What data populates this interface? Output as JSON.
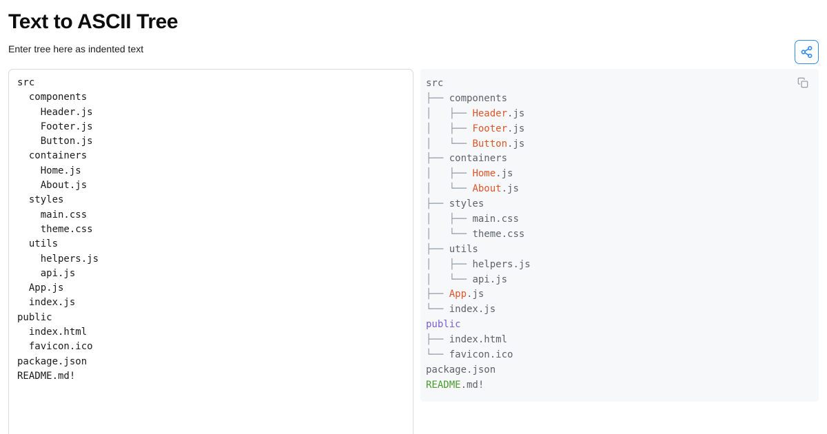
{
  "header": {
    "title": "Text to ASCII Tree",
    "subtitle": "Enter tree here as indented text"
  },
  "actions": {
    "share_icon": "share-icon",
    "share_color": "#2f8ceb",
    "copy_icon": "copy-icon",
    "copy_color": "#9aa1a9"
  },
  "input": {
    "value": "src\n  components\n    Header.js\n    Footer.js\n    Button.js\n  containers\n    Home.js\n    About.js\n  styles\n    main.css\n    theme.css\n  utils\n    helpers.js\n    api.js\n  App.js\n  index.js\npublic\n  index.html\n  favicon.ico\npackage.json\nREADME.md!",
    "placeholder": "Enter tree here as indented text"
  },
  "colors": {
    "background": "#ffffff",
    "panel_border": "#d7dbe0",
    "output_background": "#f7f8f9",
    "text_default": "#5c6369",
    "branch": "#8d949b",
    "accent_orange": "#e0542a",
    "accent_purple": "#7b5cd6",
    "accent_green": "#4a9a30",
    "accent_blue": "#2f8ceb"
  },
  "output": {
    "lines": [
      {
        "branch": "",
        "name": "src",
        "name_color": "plain",
        "ext": ""
      },
      {
        "branch": "├── ",
        "name": "components",
        "name_color": "dir",
        "ext": ""
      },
      {
        "branch": "│   ├── ",
        "name": "Header",
        "name_color": "js",
        "ext": ".js"
      },
      {
        "branch": "│   ├── ",
        "name": "Footer",
        "name_color": "js",
        "ext": ".js"
      },
      {
        "branch": "│   └── ",
        "name": "Button",
        "name_color": "js",
        "ext": ".js"
      },
      {
        "branch": "├── ",
        "name": "containers",
        "name_color": "dir",
        "ext": ""
      },
      {
        "branch": "│   ├── ",
        "name": "Home",
        "name_color": "js",
        "ext": ".js"
      },
      {
        "branch": "│   └── ",
        "name": "About",
        "name_color": "js",
        "ext": ".js"
      },
      {
        "branch": "├── ",
        "name": "styles",
        "name_color": "dir",
        "ext": ""
      },
      {
        "branch": "│   ├── ",
        "name": "main",
        "name_color": "plain",
        "ext": ".css"
      },
      {
        "branch": "│   └── ",
        "name": "theme",
        "name_color": "plain",
        "ext": ".css"
      },
      {
        "branch": "├── ",
        "name": "utils",
        "name_color": "dir",
        "ext": ""
      },
      {
        "branch": "│   ├── ",
        "name": "helpers",
        "name_color": "plain",
        "ext": ".js"
      },
      {
        "branch": "│   └── ",
        "name": "api",
        "name_color": "plain",
        "ext": ".js"
      },
      {
        "branch": "├── ",
        "name": "App",
        "name_color": "js",
        "ext": ".js"
      },
      {
        "branch": "└── ",
        "name": "index",
        "name_color": "plain",
        "ext": ".js"
      },
      {
        "branch": "",
        "name": "public",
        "name_color": "purple",
        "ext": ""
      },
      {
        "branch": "├── ",
        "name": "index",
        "name_color": "plain",
        "ext": ".html"
      },
      {
        "branch": "└── ",
        "name": "favicon",
        "name_color": "plain",
        "ext": ".ico"
      },
      {
        "branch": "",
        "name": "package",
        "name_color": "plain",
        "ext": ".json"
      },
      {
        "branch": "",
        "name": "README",
        "name_color": "green",
        "ext": ".md!"
      }
    ]
  }
}
